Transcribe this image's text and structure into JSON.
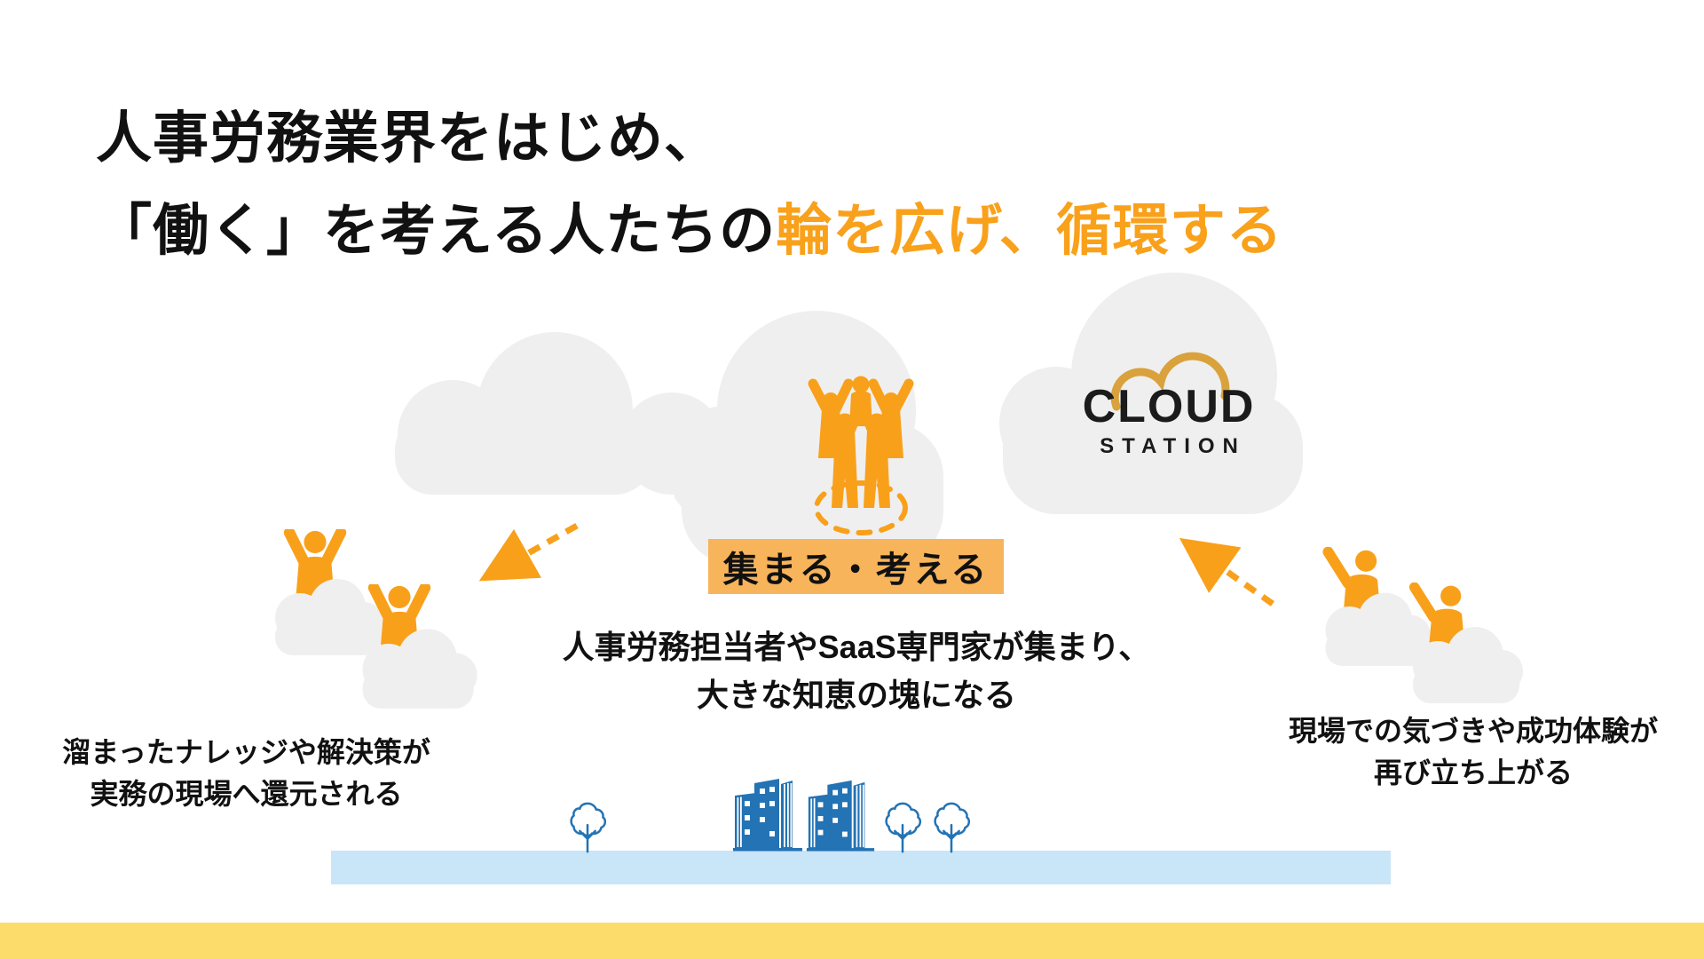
{
  "title": {
    "line1": "人事労務業界をはじめ、",
    "line2_black": "「働く」を考える人たちの",
    "line2_accent": "輪を広げ、循環する"
  },
  "logo": {
    "name_top": "CLOUD",
    "name_bottom": "STATION"
  },
  "center_flow": {
    "badge_label": "集まる・考える",
    "description_line1": "人事労務担当者やSaaS専門家が集まり、",
    "description_line2": "大きな知恵の塊になる"
  },
  "left_flow": {
    "caption_line1": "溜まったナレッジや解決策が",
    "caption_line2": "実務の現場へ還元される"
  },
  "right_flow": {
    "caption_line1": "現場での気づきや成功体験が",
    "caption_line2": "再び立ち上がる"
  },
  "colors": {
    "accent_orange": "#F9A11B",
    "people_orange": "#F9A01B",
    "badge_orange": "#F8B45B",
    "logo_gold": "#D9A23C",
    "cloud_gray": "#EFEFEF",
    "building_blue": "#2373B5",
    "ground_light_blue": "#C9E5F8",
    "footer_yellow": "#FCDD6B",
    "text_black": "#111111"
  }
}
